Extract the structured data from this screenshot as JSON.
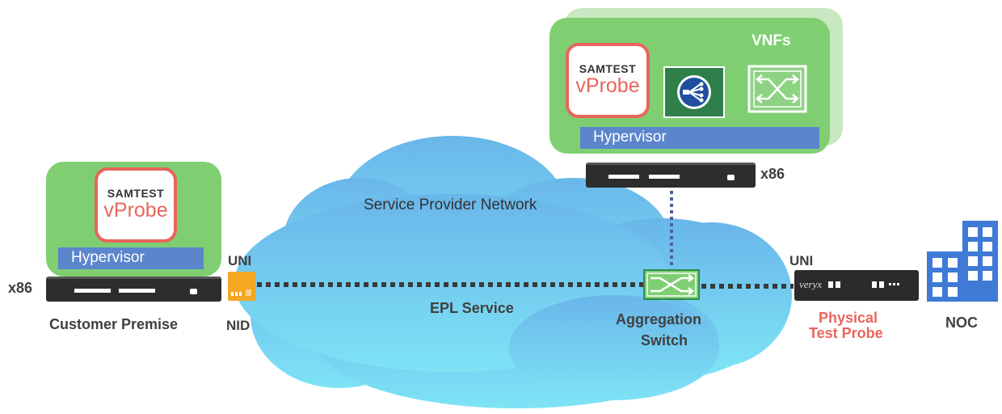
{
  "colors": {
    "green": "#7fcf72",
    "hypervisor": "#5b86cc",
    "vprobe_accent": "#e8655c",
    "cloud": "#5cc0f0",
    "building": "#3e7ad6",
    "link": "#3a3a3a",
    "physical_label": "#e8655c"
  },
  "cloud": {
    "label": "Service Provider Network"
  },
  "customer": {
    "vprobe_brand": "SAMTEST",
    "vprobe_name": "vProbe",
    "hypervisor": "Hypervisor",
    "server_label": "x86",
    "caption": "Customer Premise"
  },
  "nid": {
    "uni_label": "UNI",
    "label": "NID",
    "icon": "nid-device-icon"
  },
  "link": {
    "label": "EPL Service"
  },
  "vnf": {
    "title": "VNFs",
    "vprobe_brand": "SAMTEST",
    "vprobe_name": "vProbe",
    "hypervisor": "Hypervisor",
    "server_label": "x86",
    "icons": [
      "load-balancer-icon",
      "virtual-switch-icon"
    ]
  },
  "aggregation": {
    "label_line1": "Aggregation",
    "label_line2": "Switch",
    "icon": "switch-icon"
  },
  "physical_probe": {
    "uni_label": "UNI",
    "brand": "veryx",
    "label_line1": "Physical",
    "label_line2": "Test Probe"
  },
  "noc": {
    "label": "NOC",
    "icon": "building-icon"
  }
}
